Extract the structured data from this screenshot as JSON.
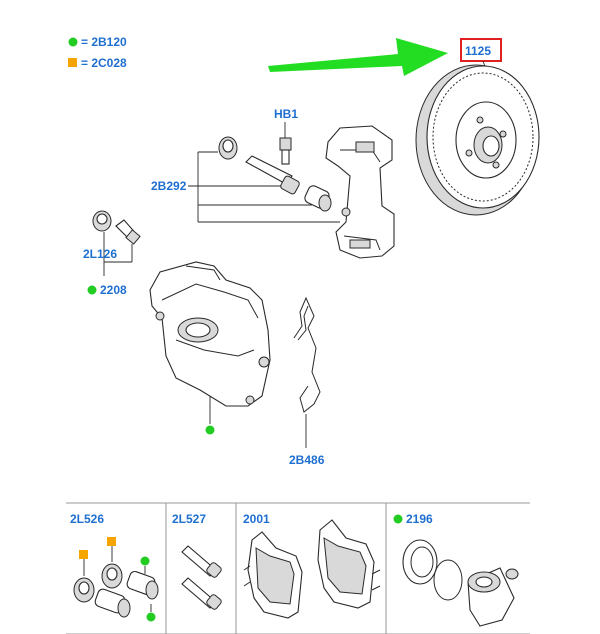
{
  "legend": [
    {
      "marker": "green-dot",
      "color": "#22cc22",
      "text": "= 2B120"
    },
    {
      "marker": "orange-square",
      "color": "#f5a400",
      "text": "= 2C028"
    }
  ],
  "callouts": {
    "disc": "1125",
    "bolt": "HB1",
    "guide_pins": "2B292",
    "bleed_screw": "2L126",
    "bleed_kit": "2208",
    "spring_clip": "2B486"
  },
  "kits": [
    {
      "label": "2L526"
    },
    {
      "label": "2L527"
    },
    {
      "label": "2001"
    },
    {
      "label": "2196"
    }
  ],
  "colors": {
    "label_blue": "#1f6fd1",
    "highlight_red": "#e02020",
    "arrow_green": "#22dd22",
    "marker_green": "#22cc22",
    "marker_orange": "#f5a400"
  }
}
